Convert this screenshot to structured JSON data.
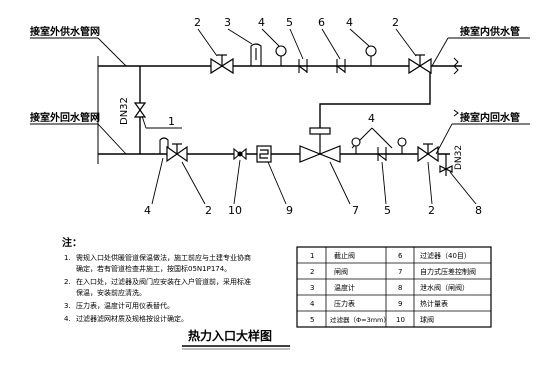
{
  "diagram": {
    "title": "热力入口大样图",
    "pipe_labels": {
      "outer_supply": "接室外供水管网",
      "outer_return": "接室外回水管网",
      "inner_supply": "接室内供水管",
      "inner_return": "接室内回水管",
      "bypass_size": "DN32",
      "drain_size": "DN32"
    },
    "callouts_top": [
      "2",
      "3",
      "4",
      "5",
      "6",
      "4",
      "2"
    ],
    "callout_bypass": "1",
    "callout_middle": "4",
    "callouts_bottom": [
      "4",
      "2",
      "10",
      "9",
      "7",
      "5",
      "2",
      "8"
    ]
  },
  "notes": {
    "heading": "注：",
    "items": [
      "1.",
      "需规入口处供暖管道保温做法，施工前应与土建专业协商",
      "确定，若有管道检查井施工，按国标05N1P174。",
      "2.",
      "在入口处，过滤器及阀门应安装在入户管道前，采用标准",
      "保温，安装前应清洗。",
      "3.",
      "压力表，温度计可用仪表替代。",
      "4.",
      "过滤器滤网材质及规格按设计确定。"
    ]
  },
  "legend": {
    "rows": [
      {
        "no_a": "1",
        "name_a": "截止阀",
        "no_b": "6",
        "name_b": "过滤器（40目）"
      },
      {
        "no_a": "2",
        "name_a": "闸阀",
        "no_b": "7",
        "name_b": "自力式压差控制阀"
      },
      {
        "no_a": "3",
        "name_a": "温度计",
        "no_b": "8",
        "name_b": "泄水阀（闸阀）"
      },
      {
        "no_a": "4",
        "name_a": "压力表",
        "no_b": "9",
        "name_b": "热计量表"
      },
      {
        "no_a": "5",
        "name_a": "过滤器（Φ=3mm）",
        "no_b": "10",
        "name_b": "球阀"
      }
    ]
  }
}
